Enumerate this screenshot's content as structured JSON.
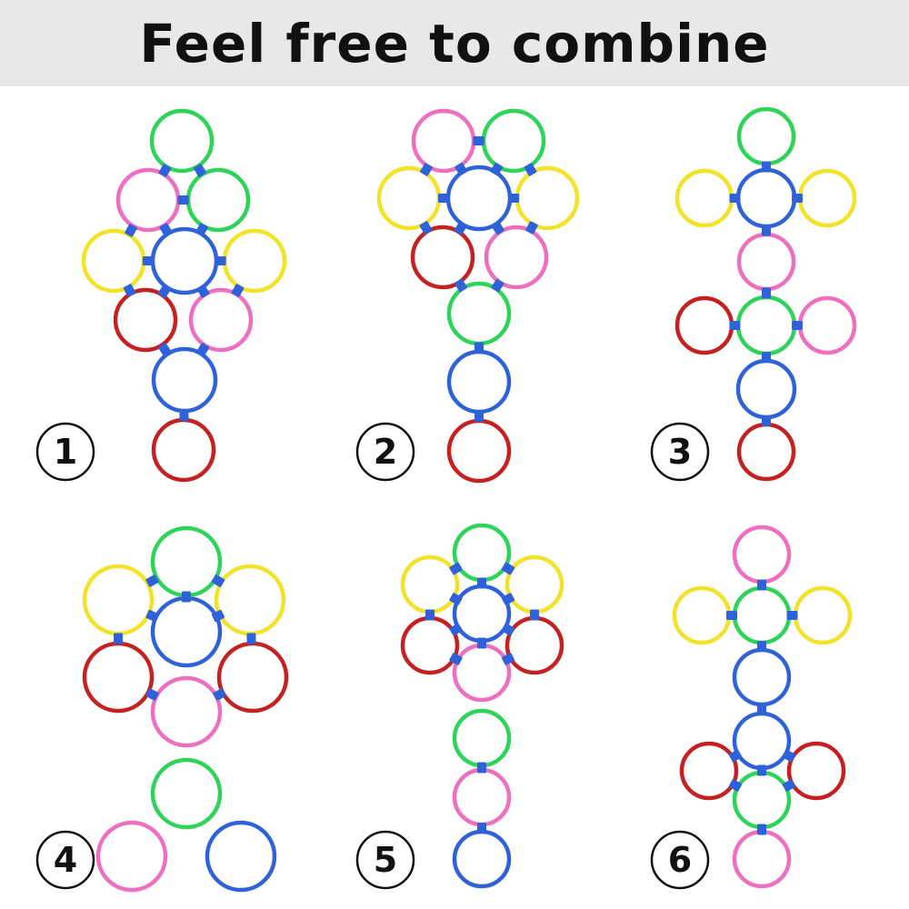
{
  "header": {
    "title": "Feel free to combine"
  },
  "colors": {
    "green": "#2ed35a",
    "pink": "#ee6fc0",
    "yellow": "#f2e22a",
    "blue": "#2f62d8",
    "red": "#c42222",
    "clip": "#2f62d8"
  },
  "patterns": [
    {
      "number": "1"
    },
    {
      "number": "2"
    },
    {
      "number": "3"
    },
    {
      "number": "4"
    },
    {
      "number": "5"
    },
    {
      "number": "6"
    }
  ]
}
